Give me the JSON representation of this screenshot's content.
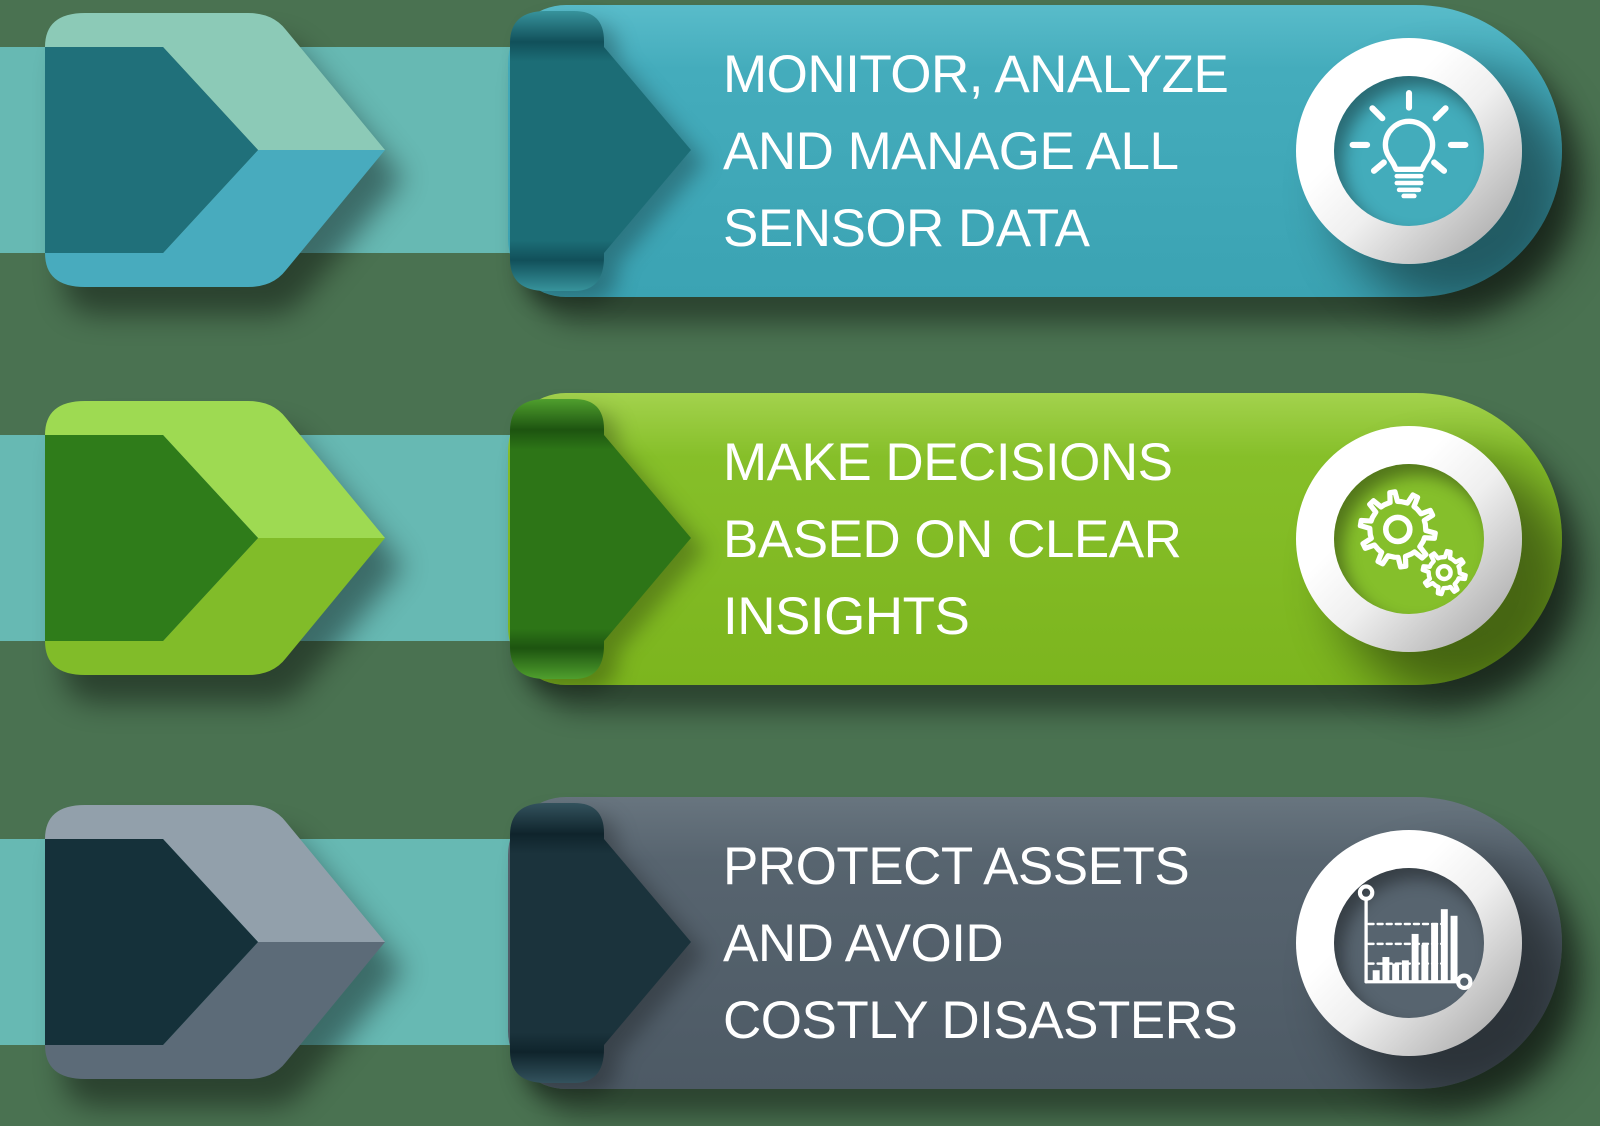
{
  "background_color": "#4a7251",
  "flow_band_color": "#67b9b3",
  "stage_style": "--bg:#4a7251;--band:#67b9b3",
  "rows": [
    {
      "name": "monitor-analyze-manage",
      "label_lines": [
        "MONITOR, ANALYZE",
        "AND MANAGE ALL",
        "SENSOR DATA"
      ],
      "icon": "lightbulb-icon",
      "accent_color": "#44acbc",
      "style": "--c-banner-top:#59bcca;--c-banner-mid:#44acbc;--c-banner-low:#3ba3b3;--c-front:#20707a;--c-top-face:#8ccab7;--c-bottom-face:#48abbe;--c-fold-main:#1c6d76;--c-fold-crease:#11505a;--c-fold-edge:#37939c;--c-disc:#43acbb"
    },
    {
      "name": "make-decisions",
      "label_lines": [
        "MAKE DECISIONS",
        "BASED ON CLEAR",
        "INSIGHTS"
      ],
      "icon": "gears-icon",
      "accent_color": "#86bf29",
      "style": "--c-banner-top:#a3d24d;--c-banner-mid:#86bf29;--c-banner-low:#7cb51e;--c-front:#2f7c1a;--c-top-face:#9eda52;--c-bottom-face:#81bc29;--c-fold-main:#2d7517;--c-fold-crease:#1d5410;--c-fold-edge:#4f9f2d;--c-disc:#85bf2b"
    },
    {
      "name": "protect-assets",
      "label_lines": [
        "PROTECT ASSETS",
        "AND AVOID",
        "COSTLY DISASTERS"
      ],
      "icon": "bar-chart-icon",
      "accent_color": "#57646f",
      "style": "--c-banner-top:#68757f;--c-banner-mid:#57646f;--c-banner-low:#4d5a65;--c-front:#15313a;--c-top-face:#92a0ab;--c-bottom-face:#5c6b78;--c-fold-main:#1b333c;--c-fold-crease:#0f242c;--c-fold-edge:#33525d;--c-disc:#57646f",
      "chart_bars": [
        14,
        30,
        22,
        26,
        58,
        45,
        70,
        88,
        80
      ]
    }
  ]
}
